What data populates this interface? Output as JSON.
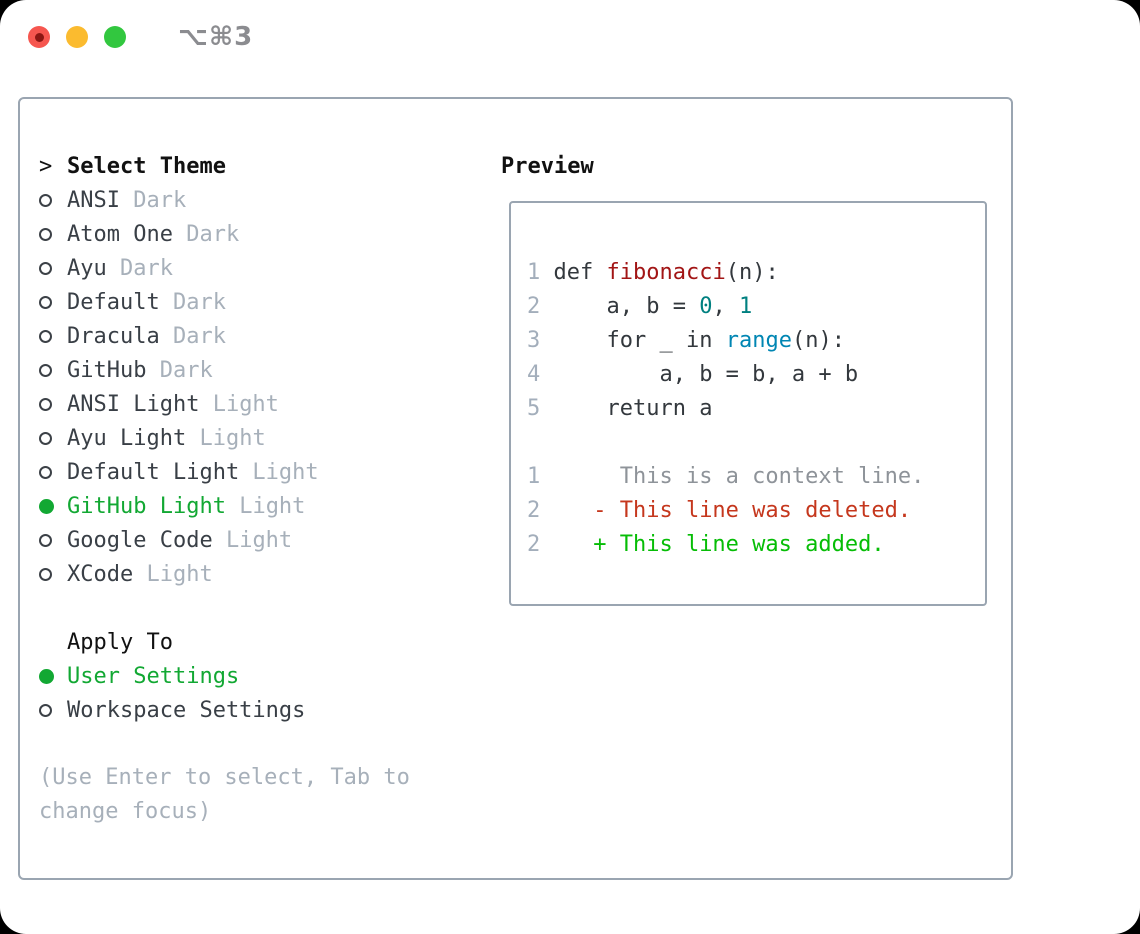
{
  "window": {
    "title": "⌥⌘3",
    "traffic_lights": [
      {
        "name": "close"
      },
      {
        "name": "minimize"
      },
      {
        "name": "zoom"
      }
    ]
  },
  "theme_selector": {
    "prompt": ">",
    "header": "Select Theme",
    "items": [
      {
        "name": "ANSI",
        "variant": "Dark",
        "selected": false
      },
      {
        "name": "Atom One",
        "variant": "Dark",
        "selected": false
      },
      {
        "name": "Ayu",
        "variant": "Dark",
        "selected": false
      },
      {
        "name": "Default",
        "variant": "Dark",
        "selected": false
      },
      {
        "name": "Dracula",
        "variant": "Dark",
        "selected": false
      },
      {
        "name": "GitHub",
        "variant": "Dark",
        "selected": false
      },
      {
        "name": "ANSI Light",
        "variant": "Light",
        "selected": false
      },
      {
        "name": "Ayu Light",
        "variant": "Light",
        "selected": false
      },
      {
        "name": "Default Light",
        "variant": "Light",
        "selected": false
      },
      {
        "name": "GitHub Light",
        "variant": "Light",
        "selected": true
      },
      {
        "name": "Google Code",
        "variant": "Light",
        "selected": false
      },
      {
        "name": "XCode",
        "variant": "Light",
        "selected": false
      }
    ]
  },
  "apply_to": {
    "header": "Apply To",
    "options": [
      {
        "name": "User Settings",
        "selected": true
      },
      {
        "name": "Workspace Settings",
        "selected": false
      }
    ]
  },
  "help_text": "(Use Enter to select, Tab to change focus)",
  "preview": {
    "title": "Preview",
    "code_lines": [
      {
        "num": "1",
        "tokens": [
          {
            "type": "keyword",
            "text": "def"
          },
          {
            "type": "plain",
            "text": " "
          },
          {
            "type": "function",
            "text": "fibonacci"
          },
          {
            "type": "plain",
            "text": "(n):"
          }
        ]
      },
      {
        "num": "2",
        "tokens": [
          {
            "type": "plain",
            "text": "    a, b = "
          },
          {
            "type": "number",
            "text": "0"
          },
          {
            "type": "plain",
            "text": ", "
          },
          {
            "type": "number",
            "text": "1"
          }
        ]
      },
      {
        "num": "3",
        "tokens": [
          {
            "type": "plain",
            "text": "    "
          },
          {
            "type": "keyword",
            "text": "for"
          },
          {
            "type": "plain",
            "text": " _ "
          },
          {
            "type": "keyword",
            "text": "in"
          },
          {
            "type": "plain",
            "text": " "
          },
          {
            "type": "builtin",
            "text": "range"
          },
          {
            "type": "plain",
            "text": "(n):"
          }
        ]
      },
      {
        "num": "4",
        "tokens": [
          {
            "type": "plain",
            "text": "        a, b = b, a + b"
          }
        ]
      },
      {
        "num": "5",
        "tokens": [
          {
            "type": "plain",
            "text": "    "
          },
          {
            "type": "keyword",
            "text": "return"
          },
          {
            "type": "plain",
            "text": " a"
          }
        ]
      }
    ],
    "diff_lines": [
      {
        "num": "1",
        "sign": "",
        "kind": "context",
        "text": "This is a context line."
      },
      {
        "num": "2",
        "sign": "-",
        "kind": "deleted",
        "text": "This line was deleted."
      },
      {
        "num": "2",
        "sign": "+",
        "kind": "added",
        "text": "This line was added."
      }
    ]
  },
  "colors": {
    "border-gray": "#9aa5b1",
    "green": "#12a833",
    "diff-add": "#06bd06",
    "diff-del": "#c5371d",
    "diff-ctx": "#8e9399",
    "line-num": "#a3aebb",
    "code-fn": "#a21515",
    "code-builtin": "#0086b3",
    "code-num": "#008080",
    "muted": "#a7b0ba"
  }
}
